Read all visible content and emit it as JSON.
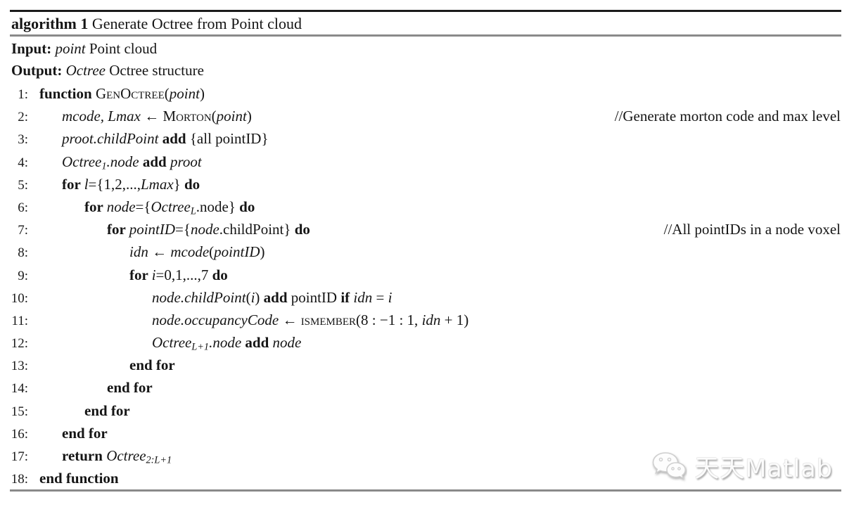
{
  "header": {
    "label": "algorithm 1",
    "title": " Generate Octree from Point cloud",
    "input_label": "Input:",
    "input_var": "point",
    "input_desc": "Point cloud",
    "output_label": "Output:",
    "output_var": "Octree",
    "output_desc": "Octree structure"
  },
  "colors": {
    "text": "#151515",
    "rule_dark": "#1b1b1b",
    "rule_gray": "#8a8a8a",
    "watermark_gray": "#a3a3a3"
  },
  "lines": [
    {
      "num": "1:",
      "indent": 0,
      "segs": [
        {
          "t": "function ",
          "s": "b"
        },
        {
          "t": "GenOctree",
          "s": "sc"
        },
        {
          "t": "(",
          "s": "r"
        },
        {
          "t": "point",
          "s": "i"
        },
        {
          "t": ")",
          "s": "r"
        }
      ]
    },
    {
      "num": "2:",
      "indent": 1,
      "segs": [
        {
          "t": "mcode, Lmax ",
          "s": "i"
        },
        {
          "t": "← ",
          "s": "r"
        },
        {
          "t": "Morton",
          "s": "sc"
        },
        {
          "t": "(",
          "s": "r"
        },
        {
          "t": "point",
          "s": "i"
        },
        {
          "t": ")",
          "s": "r"
        }
      ],
      "comment": "//Generate morton code and max level"
    },
    {
      "num": "3:",
      "indent": 1,
      "segs": [
        {
          "t": "proot.childPoint ",
          "s": "i"
        },
        {
          "t": "add ",
          "s": "b"
        },
        {
          "t": "{all pointID}",
          "s": "r"
        }
      ]
    },
    {
      "num": "4:",
      "indent": 1,
      "segs": [
        {
          "t": "Octree",
          "s": "i"
        },
        {
          "t": "1",
          "s": "sub"
        },
        {
          "t": ".node ",
          "s": "i"
        },
        {
          "t": "add ",
          "s": "b"
        },
        {
          "t": "proot",
          "s": "i"
        }
      ]
    },
    {
      "num": "5:",
      "indent": 1,
      "segs": [
        {
          "t": "for ",
          "s": "b"
        },
        {
          "t": "l",
          "s": "i"
        },
        {
          "t": "={1,2,...,",
          "s": "r"
        },
        {
          "t": "Lmax",
          "s": "i"
        },
        {
          "t": "} ",
          "s": "r"
        },
        {
          "t": "do",
          "s": "b"
        }
      ]
    },
    {
      "num": "6:",
      "indent": 2,
      "segs": [
        {
          "t": "for ",
          "s": "b"
        },
        {
          "t": "node",
          "s": "i"
        },
        {
          "t": "={",
          "s": "r"
        },
        {
          "t": "Octree",
          "s": "i"
        },
        {
          "t": "L",
          "s": "sub"
        },
        {
          "t": ".node} ",
          "s": "r"
        },
        {
          "t": "do",
          "s": "b"
        }
      ]
    },
    {
      "num": "7:",
      "indent": 3,
      "segs": [
        {
          "t": "for ",
          "s": "b"
        },
        {
          "t": "pointID",
          "s": "i"
        },
        {
          "t": "={",
          "s": "r"
        },
        {
          "t": "node",
          "s": "i"
        },
        {
          "t": ".childPoint} ",
          "s": "r"
        },
        {
          "t": "do",
          "s": "b"
        }
      ],
      "comment": "//All pointIDs in a node voxel"
    },
    {
      "num": "8:",
      "indent": 4,
      "segs": [
        {
          "t": "idn ",
          "s": "i"
        },
        {
          "t": "← ",
          "s": "r"
        },
        {
          "t": "mcode",
          "s": "i"
        },
        {
          "t": "(",
          "s": "r"
        },
        {
          "t": "pointID",
          "s": "i"
        },
        {
          "t": ")",
          "s": "r"
        }
      ]
    },
    {
      "num": "9:",
      "indent": 4,
      "segs": [
        {
          "t": "for ",
          "s": "b"
        },
        {
          "t": "i",
          "s": "i"
        },
        {
          "t": "=0,1,...,7 ",
          "s": "r"
        },
        {
          "t": "do",
          "s": "b"
        }
      ]
    },
    {
      "num": "10:",
      "indent": 5,
      "segs": [
        {
          "t": "node.childPoint",
          "s": "i"
        },
        {
          "t": "(",
          "s": "r"
        },
        {
          "t": "i",
          "s": "i"
        },
        {
          "t": ") ",
          "s": "r"
        },
        {
          "t": "add ",
          "s": "b"
        },
        {
          "t": "pointID ",
          "s": "r"
        },
        {
          "t": "if ",
          "s": "b"
        },
        {
          "t": "idn",
          "s": "i"
        },
        {
          "t": " = ",
          "s": "r"
        },
        {
          "t": "i",
          "s": "i"
        }
      ]
    },
    {
      "num": "11:",
      "indent": 5,
      "segs": [
        {
          "t": "node.occupancyCode ",
          "s": "i"
        },
        {
          "t": "← ",
          "s": "r"
        },
        {
          "t": "ismember",
          "s": "sc"
        },
        {
          "t": "(8 : −1 : 1, ",
          "s": "r"
        },
        {
          "t": "idn",
          "s": "i"
        },
        {
          "t": " + 1)",
          "s": "r"
        }
      ]
    },
    {
      "num": "12:",
      "indent": 5,
      "segs": [
        {
          "t": "Octree",
          "s": "i"
        },
        {
          "t": "L+1",
          "s": "sub"
        },
        {
          "t": ".node ",
          "s": "i"
        },
        {
          "t": "add ",
          "s": "b"
        },
        {
          "t": "node",
          "s": "i"
        }
      ]
    },
    {
      "num": "13:",
      "indent": 4,
      "segs": [
        {
          "t": "end for",
          "s": "b"
        }
      ]
    },
    {
      "num": "14:",
      "indent": 3,
      "segs": [
        {
          "t": "end for",
          "s": "b"
        }
      ]
    },
    {
      "num": "15:",
      "indent": 2,
      "segs": [
        {
          "t": "end for",
          "s": "b"
        }
      ]
    },
    {
      "num": "16:",
      "indent": 1,
      "segs": [
        {
          "t": "end for",
          "s": "b"
        }
      ]
    },
    {
      "num": "17:",
      "indent": 1,
      "segs": [
        {
          "t": "return ",
          "s": "b"
        },
        {
          "t": "Octree",
          "s": "i"
        },
        {
          "t": "2:L+1",
          "s": "sub"
        }
      ]
    },
    {
      "num": "18:",
      "indent": 0,
      "segs": [
        {
          "t": "end function",
          "s": "b"
        }
      ]
    }
  ],
  "watermark": {
    "text": "天天Matlab",
    "icon": "wechat-icon"
  }
}
